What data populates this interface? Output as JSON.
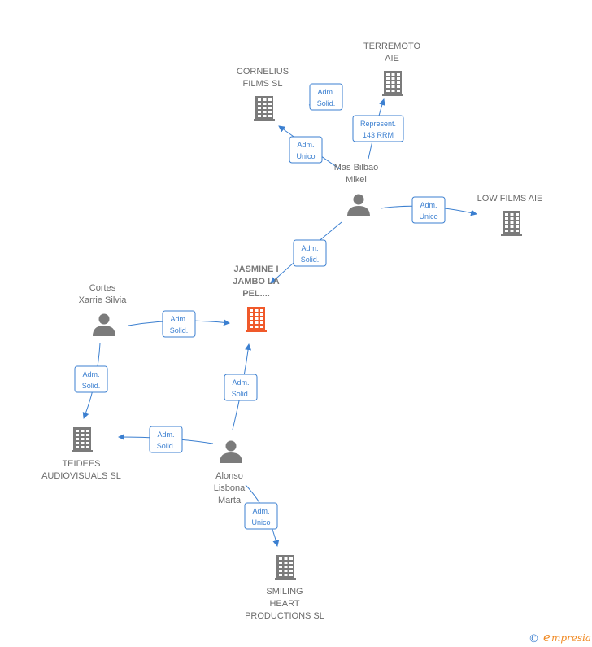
{
  "nodes": [
    {
      "id": "terremoto",
      "kind": "company",
      "label": [
        "TERREMOTO",
        "AIE"
      ]
    },
    {
      "id": "cornelius",
      "kind": "company",
      "label": [
        "CORNELIUS",
        "FILMS SL"
      ]
    },
    {
      "id": "mas_bilbao",
      "kind": "person",
      "label": [
        "Mas Bilbao",
        "Mikel"
      ]
    },
    {
      "id": "low_films",
      "kind": "company",
      "label": [
        "LOW FILMS  AIE"
      ]
    },
    {
      "id": "jasmine",
      "kind": "company",
      "highlight": true,
      "label": [
        "JASMINE I",
        "JAMBO LA",
        "PEL...."
      ]
    },
    {
      "id": "cortes",
      "kind": "person",
      "label": [
        "Cortes",
        "Xarrie Silvia"
      ]
    },
    {
      "id": "teidees",
      "kind": "company",
      "label": [
        "TEIDEES",
        "AUDIOVISUALS SL"
      ]
    },
    {
      "id": "alonso",
      "kind": "person",
      "label": [
        "Alonso",
        "Lisbona",
        "Marta"
      ]
    },
    {
      "id": "smiling",
      "kind": "company",
      "label": [
        "SMILING",
        "HEART",
        "PRODUCTIONS SL"
      ]
    }
  ],
  "edges": [
    {
      "from": "cornelius",
      "to": "terremoto",
      "label": [
        "Adm.",
        "Solid."
      ]
    },
    {
      "from": "mas_bilbao",
      "to": "terremoto",
      "label": [
        "Represent.",
        "143 RRM"
      ]
    },
    {
      "from": "mas_bilbao",
      "to": "cornelius",
      "label": [
        "Adm.",
        "Unico"
      ]
    },
    {
      "from": "mas_bilbao",
      "to": "low_films",
      "label": [
        "Adm.",
        "Unico"
      ]
    },
    {
      "from": "mas_bilbao",
      "to": "jasmine",
      "label": [
        "Adm.",
        "Solid."
      ]
    },
    {
      "from": "cortes",
      "to": "jasmine",
      "label": [
        "Adm.",
        "Solid."
      ]
    },
    {
      "from": "cortes",
      "to": "teidees",
      "label": [
        "Adm.",
        "Solid."
      ]
    },
    {
      "from": "alonso",
      "to": "jasmine",
      "label": [
        "Adm.",
        "Solid."
      ]
    },
    {
      "from": "alonso",
      "to": "teidees",
      "label": [
        "Adm.",
        "Solid."
      ]
    },
    {
      "from": "alonso",
      "to": "smiling",
      "label": [
        "Adm.",
        "Unico"
      ]
    }
  ],
  "colors": {
    "edge": "#3b7fd0",
    "company_icon": "#7b7b7b",
    "company_highlight": "#f0592a",
    "person_icon": "#7b7b7b",
    "brand_orange": "#f08a24"
  },
  "footer": {
    "copyright_symbol": "©",
    "brand": "mpresia",
    "brand_initial": "e"
  }
}
